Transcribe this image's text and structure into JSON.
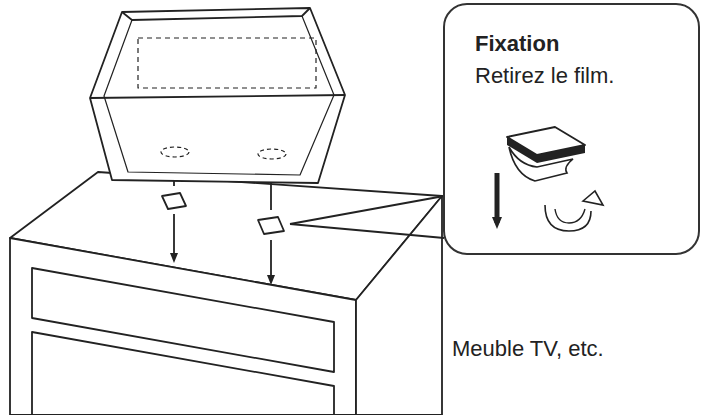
{
  "diagram": {
    "nodes": [
      {
        "text": [
          "Fixation",
          "Retirez le film."
        ]
      }
    ],
    "labels": [
      "Meuble TV, etc."
    ]
  }
}
